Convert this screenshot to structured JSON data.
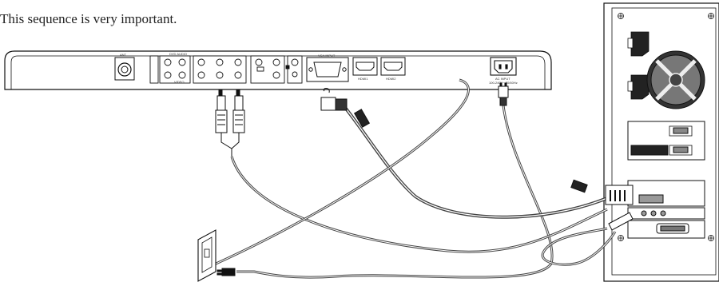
{
  "caption": "This sequence is very important.",
  "panel_labels": {
    "antenna": "ANT",
    "dvd_audio": "DVD AUDIO",
    "video": "VIDEO",
    "vga": "VGA INPUT",
    "hdmi1": "HDMI1",
    "hdmi2": "HDMI2",
    "ac_input": "AC INPUT",
    "ac_rating": "100-240V~ 50/60Hz"
  },
  "colors": {
    "line": "#111111",
    "cable": "#555555",
    "fill": "#ffffff"
  }
}
